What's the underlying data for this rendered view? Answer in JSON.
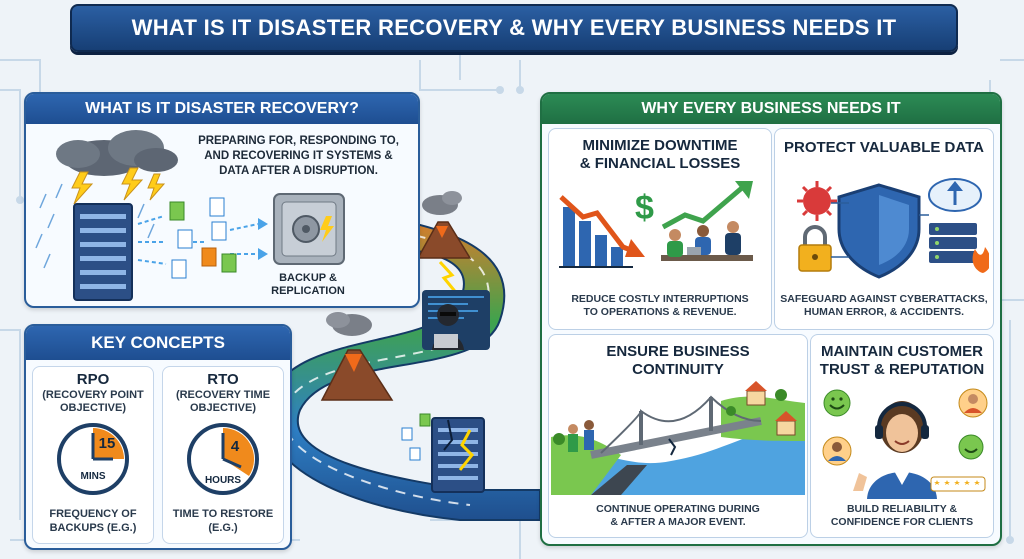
{
  "title": "WHAT IS IT DISASTER RECOVERY & WHY EVERY BUSINESS NEEDS IT",
  "what_is": {
    "header": "WHAT IS IT DISASTER RECOVERY?",
    "description_lines": [
      "PREPARING FOR, RESPONDING TO,",
      "AND RECOVERING IT SYSTEMS &",
      "DATA AFTER A DISRUPTION."
    ],
    "backup_lines": [
      "BACKUP &",
      "REPLICATION"
    ]
  },
  "key_concepts": {
    "header": "KEY CONCEPTS",
    "rpo": {
      "title": "RPO",
      "subtitle_lines": [
        "(RECOVERY POINT",
        "OBJECTIVE)"
      ],
      "clock_value": "15",
      "clock_unit": "MINS",
      "footer_lines": [
        "FREQUENCY OF",
        "BACKUPS (E.G.)"
      ]
    },
    "rto": {
      "title": "RTO",
      "subtitle_lines": [
        "(RECOVERY TIME",
        "OBJECTIVE)"
      ],
      "clock_value": "4",
      "clock_unit": "HOURS",
      "footer_lines": [
        "TIME TO RESTORE",
        "(E.G.)"
      ]
    }
  },
  "why": {
    "header": "WHY EVERY BUSINESS NEEDS IT",
    "cards": [
      {
        "title_lines": [
          "MINIMIZE DOWNTIME",
          "& FINANCIAL LOSSES"
        ],
        "desc_lines": [
          "REDUCE COSTLY INTERRUPTIONS",
          "TO OPERATIONS & REVENUE."
        ]
      },
      {
        "title_lines": [
          "PROTECT VALUABLE DATA"
        ],
        "desc_lines": [
          "SAFEGUARD AGAINST CYBERATTACKS,",
          "HUMAN ERROR, & ACCIDENTS."
        ]
      },
      {
        "title_lines": [
          "ENSURE BUSINESS",
          "CONTINUITY"
        ],
        "desc_lines": [
          "CONTINUE OPERATING DURING",
          "& AFTER A MAJOR EVENT."
        ]
      },
      {
        "title_lines": [
          "MAINTAIN CUSTOMER",
          "TRUST & REPUTATION"
        ],
        "desc_lines": [
          "BUILD RELIABILITY & ",
          "CONFIDENCE FOR CLIENTS"
        ]
      }
    ],
    "dollar_sign": "$"
  },
  "colors": {
    "blue_header": "#1e4e91",
    "green_header": "#1f6f43",
    "orange": "#f08a1c",
    "road_blue": "#2e7fc4",
    "road_green": "#3fa34d"
  }
}
